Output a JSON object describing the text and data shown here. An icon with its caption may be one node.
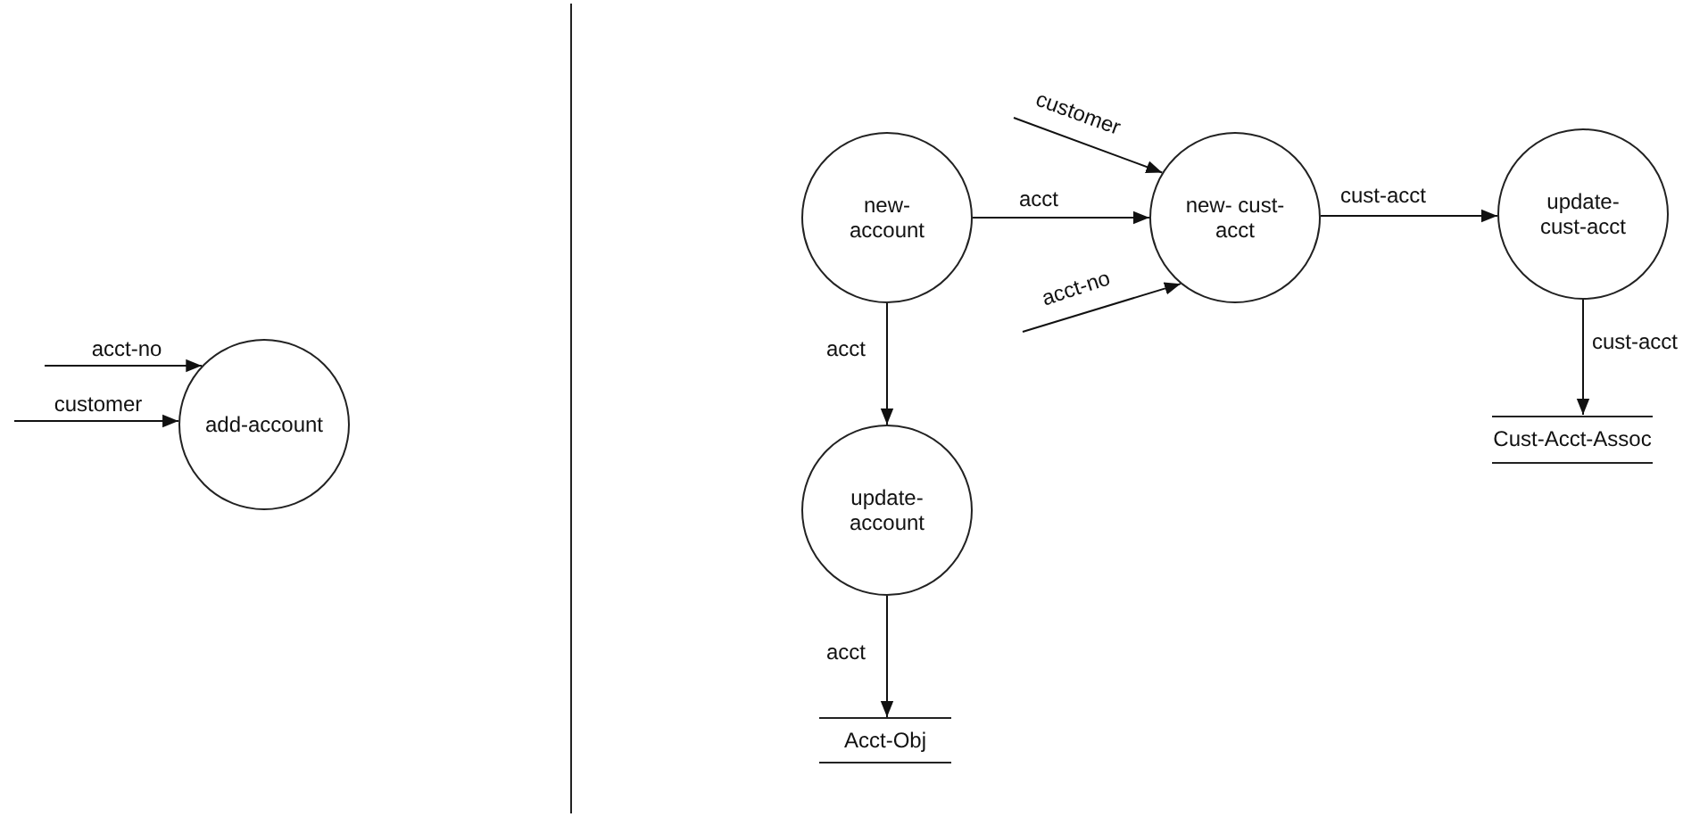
{
  "diagram": {
    "nodes": [
      {
        "text": [
          "add-account"
        ]
      },
      {
        "text": [
          "new- account"
        ]
      },
      {
        "text": [
          "new- cust-acct"
        ]
      },
      {
        "text": [
          "update- cust-acct"
        ]
      },
      {
        "text": [
          "update- account"
        ]
      },
      {
        "text": [
          "Acct-Obj"
        ]
      },
      {
        "text": [
          "Cust-Acct-Assoc"
        ]
      }
    ],
    "edges": [
      {
        "from": null,
        "to": 0,
        "label": "acct-no",
        "arrow": "to"
      },
      {
        "from": null,
        "to": 0,
        "label": "customer",
        "arrow": "to"
      },
      {
        "from": null,
        "to": 2,
        "label": "customer",
        "arrow": "to"
      },
      {
        "from": 1,
        "to": 2,
        "label": "acct",
        "arrow": "to"
      },
      {
        "from": null,
        "to": 2,
        "label": "acct-no",
        "arrow": "to"
      },
      {
        "from": 2,
        "to": 3,
        "label": "cust-acct",
        "arrow": "to"
      },
      {
        "from": 1,
        "to": 4,
        "label": "acct",
        "arrow": "to"
      },
      {
        "from": 4,
        "to": 5,
        "label": "acct",
        "arrow": "to"
      },
      {
        "from": 3,
        "to": 6,
        "label": "cust-acct",
        "arrow": "to"
      }
    ]
  }
}
